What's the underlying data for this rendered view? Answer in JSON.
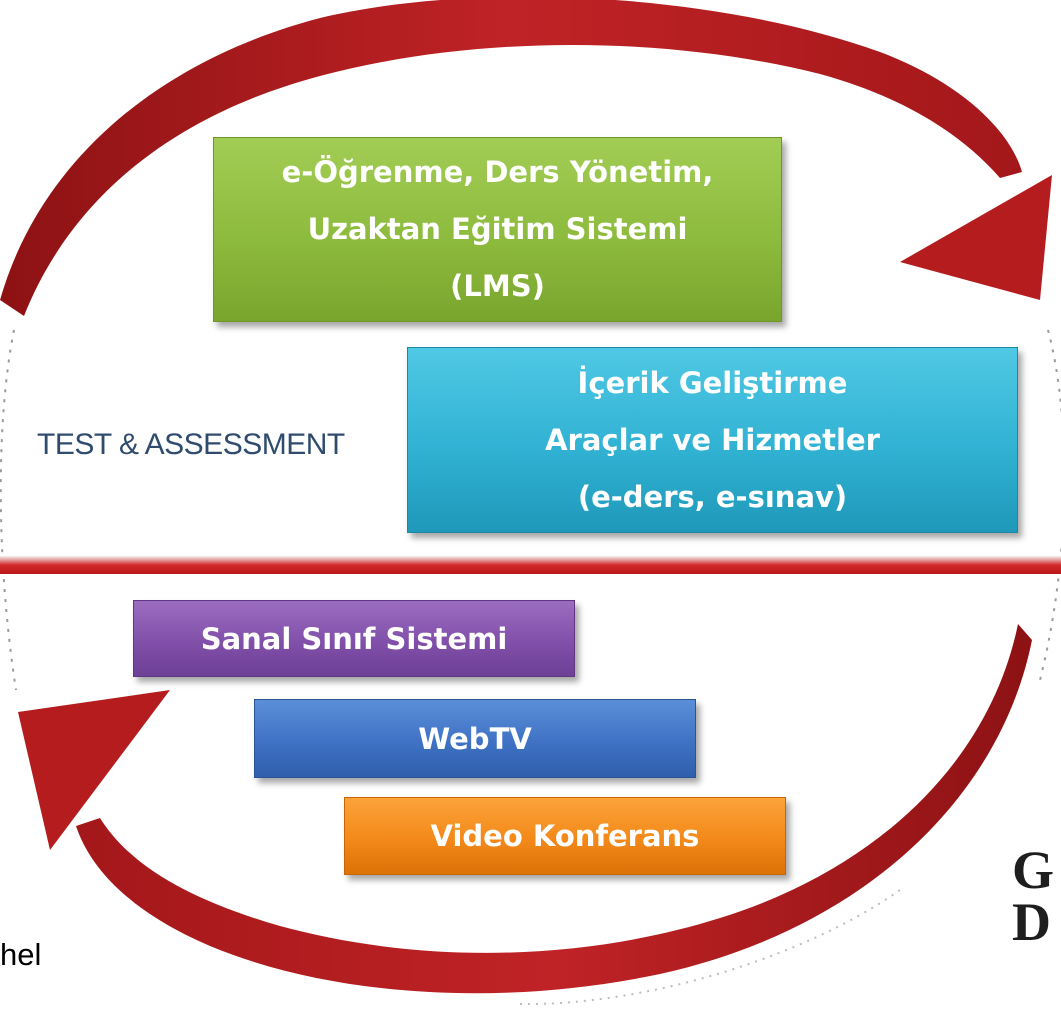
{
  "boxes": {
    "lms": {
      "lines": [
        "e-Öğrenme, Ders Yönetim,",
        "Uzaktan Eğitim Sistemi",
        "(LMS)"
      ],
      "color": "#8dbb3d"
    },
    "content": {
      "lines": [
        "İçerik Geliştirme",
        "Araçlar ve Hizmetler",
        "(e-ders, e-sınav)"
      ],
      "color": "#31b2d3"
    },
    "virtual_class": {
      "label": "Sanal Sınıf Sistemi",
      "color": "#8150aa"
    },
    "webtv": {
      "label": "WebTV",
      "color": "#3f72c4"
    },
    "video_conference": {
      "label": "Video Konferans",
      "color": "#f38919"
    }
  },
  "test_label": "TEST & ASSESSMENT",
  "logo_fragment": [
    "G",
    "D"
  ],
  "text_fragment": "hel",
  "colors": {
    "arrow": "#b41c1e",
    "divider": "#d32a2c"
  }
}
